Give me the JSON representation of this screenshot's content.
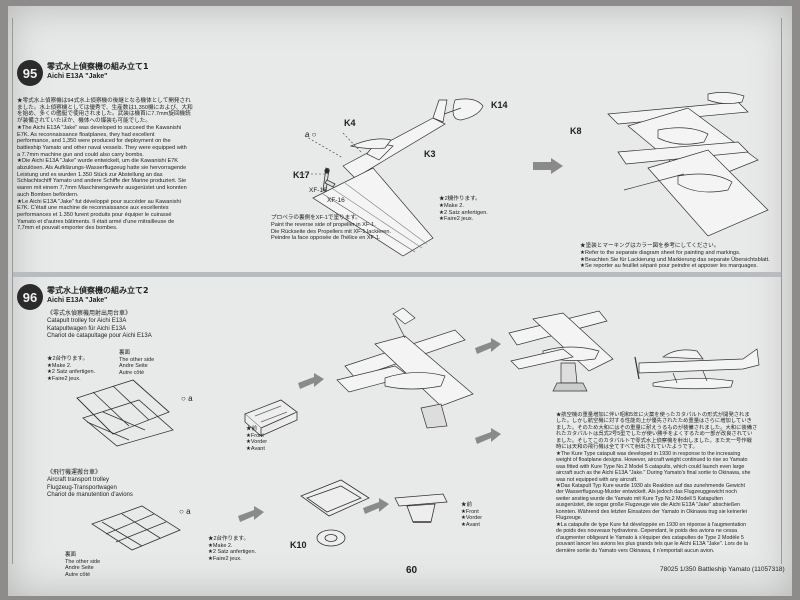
{
  "page": {
    "number": "60",
    "footer": "78025 1/350 Battleship Yamato (11057318)"
  },
  "step95": {
    "number": "95",
    "title_ja": "零式水上偵察機の組み立て1",
    "title_en": "Aichi E13A \"Jake\"",
    "description": [
      "★零式水上偵察機は94式水上偵察機の後継となる機体として開発され",
      "ました。水上偵察機としては優秀で、生産数は1,350機におよび、大和",
      "を始め、多くの艦艇で使用されました。武装は機首に7.7mm旋回機銃",
      "が装備されていたほか、機体への爆装も可能でした。",
      "★The Aichi E13A \"Jake\" was developed to succeed the Kawanishi",
      "E7K.  As reconnaissance floatplanes, they had excellent",
      "performance, and 1,350 were produced for deployment on the",
      "battleship Yamato and other naval vessels. They were equipped with",
      "a 7.7mm machine gun and could also carry bombs.",
      "★Die Aichi E13A \"Jake\" wurde entwickelt, um die Kawanishi E7K",
      "abzulösen. Als Aufklärungs-Wasserflugzeug hatte sie hervorragende",
      "Leistung und es wurden 1.350 Stück zur Abstellung an das",
      "Schlachtschiff Yamato und andere Schiffe der Marine produziert. Sie",
      "waren mit einem 7,7mm Maschinengewehr ausgerüstet und konnten",
      "auch Bomben befördern.",
      "★Le Aichi E13A \"Jake\" fut développé pour succéder au Kawanishi",
      "E7K. C'était une machine de reconnaissance aux excellentes",
      "performances et 1.350 furent produits pour équiper le cuirassé",
      "Yamato et d'autres bâtiments. Il était armé d'une mitrailleuse de",
      "7,7mm et pouvait emporter des bombes."
    ],
    "parts": {
      "a": "a",
      "k4": "K4",
      "k14": "K14",
      "k3": "K3",
      "k17": "K17",
      "xf16a": "XF-16",
      "xf16b": "XF-16",
      "k8": "K8"
    },
    "propeller_note": [
      "プロペラの裏側をXF-1で塗ります。",
      "Paint the reverse side of propeller in XF-1.",
      "Die Rückseite des Propellers mit XF-1 lackieren.",
      "Peindre la face opposée de l'hélice en XF-1."
    ],
    "make2": [
      "★2機作ります。",
      "★Make 2.",
      "★2 Satz anfertigen.",
      "★Faire2 jeux."
    ],
    "painting_note": [
      "★塗装とマーキングはカラー図を参考にしてください。",
      "★Refer to the separate diagram sheet for painting and markings.",
      "★Beachten Sie für Lackierung und Markierung das separate Übersichtsblatt.",
      "★Se reporter au feuillet séparé pour peindre et apposer les marquages."
    ]
  },
  "step96": {
    "number": "96",
    "title_ja": "零式水上偵察機の組み立て2",
    "title_en": "Aichi E13A \"Jake\"",
    "catapult_trolley": [
      "《零式水偵察機用射出用台車》",
      "Catapult trolley for Aichi E13A",
      "Katapultwagen für Aichi E13A",
      "Chariot de catapultage pour Aichi E13A"
    ],
    "transport_trolley": [
      "《飛行機運搬台車》",
      "Aircraft transport trolley",
      "Flugzeug-Transportwagen",
      "Chariot de manutention d'avions"
    ],
    "make2_top": [
      "★2台作ります。",
      "★Make 2.",
      "★2 Satz anfertigen.",
      "★Faire2 jeux."
    ],
    "make2_bottom": [
      "★2台作ります。",
      "★Make 2.",
      "★2 Satz anfertigen.",
      "★Faire2 jeux."
    ],
    "other_side_top": [
      "裏面",
      "The other side",
      "Andre Seite",
      "Autre côté"
    ],
    "other_side_bottom": [
      "裏面",
      "The other side",
      "Andre Seite",
      "Autre côté"
    ],
    "direction_top": [
      "★前",
      "★Front",
      "★Vorder",
      "★Avant"
    ],
    "direction_bottom": [
      "★前",
      "★Front",
      "★Vorder",
      "★Avant"
    ],
    "parts": {
      "a_top": "a",
      "a_bottom": "a",
      "k10": "K10"
    },
    "history_note": [
      "★航空機の重量増加に伴い昭和5年に火薬を使ったカタパルトの形式が開発されま",
      "した。しかし航空機に対する性能向上が優先されたため重量はさらに増加していき",
      "ました。そのため大和にはその重量に耐えうるものが装備されました。大和に装備さ",
      "れたカタパルトは呉式2号5型でしたが使い勝手をよくするため一部が改良されてい",
      "ました。そしてこのカタパルトで零式水上偵察機を射出しました。また天一号作戦",
      "時には天和の飛行機は全てすべて射出されていたようです。",
      "★The Kure Type catapult was developed in 1930 in response to the increasing",
      "weight of floatplane designs. However, aircraft weight continued to rise so Yamato",
      "was fitted with Kure Type No.2 Model 5 catapults, which could launch even large",
      "aircraft such as the Aichi E13A \"Jake.\" During Yamato's final sortie to Okinawa, she",
      "was not equipped with any aircraft.",
      "★Das Katapult Typ Kure wurde 1930 als Reaktion auf das zunehmende Gewicht",
      "der Wasserflugzeug-Muster entwickelt. Als jedoch das Flugzeuggewicht noch",
      "weiter anstieg wurde die Yamato mit Kure Typ Nr.2 Modell 5 Katapulten",
      "ausgerüstet, die sogar große Flugzeuge wie die Aichi E13A \"Jake\" abschießen",
      "konnten. Während des letzten Einsatzes der Yamato in Okinawa trug sie keinerlei",
      "Flugzeuge.",
      "★La catapulte de type Kure fut développée en 1930 en réponse à l'augmentation",
      "de poids des nouveaux hydravions. Cependant, le poids des avions ne cessa",
      "d'augmenter obligeant le Yamato à s'équiper des catapultes de Type 2 Modèle 5",
      "pouvant lancer les avions les plus grands tels que le Aichi E13A \"Jake\". Lors de la",
      "dernière sortie du Yamato vers Okinawa, il n'emportait aucun avion."
    ]
  },
  "colors": {
    "paper": "#e8e9e9",
    "ink": "#1e1e1e",
    "badge": "#2b2b2b",
    "arrow": "#8a8a8a",
    "separator": "#b9bcbe"
  },
  "icons": [
    "circle-a-icon",
    "arrow-right-icon",
    "propeller-icon",
    "floatplane-icon",
    "trolley-icon"
  ]
}
